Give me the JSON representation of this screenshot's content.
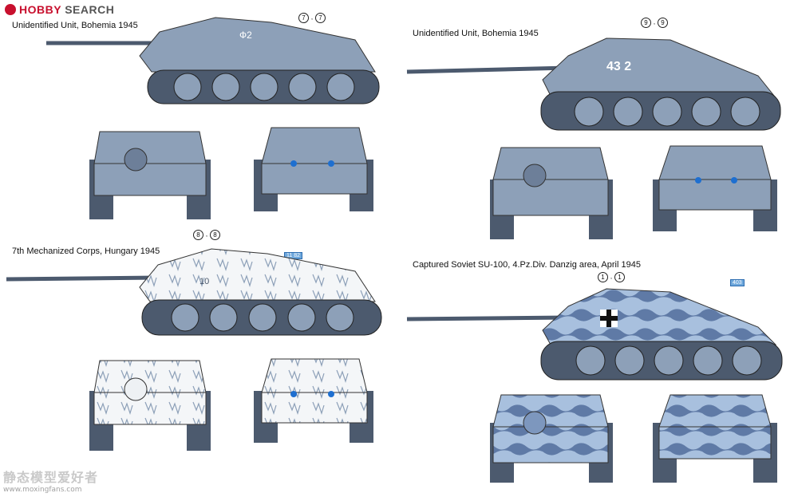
{
  "header": {
    "brand_red": "HOBBY",
    "brand_grey": "SEARCH"
  },
  "profiles": [
    {
      "caption": "Unidentified Unit, Bohemia 1945",
      "callout": [
        "7",
        "7"
      ],
      "marking": "Ф2",
      "scheme": "grey"
    },
    {
      "caption": "Unidentified Unit, Bohemia 1945",
      "callout": [
        "9",
        "9"
      ],
      "marking": "43 2",
      "scheme": "grey"
    },
    {
      "caption": "7th Mechanized Corps, Hungary 1945",
      "callout": [
        "8",
        "8"
      ],
      "marking": "10",
      "tag": "11 82",
      "scheme": "winter"
    },
    {
      "caption": "Captured Soviet SU-100, 4.Pz.Div. Danzig area, April 1945",
      "callout": [
        "1",
        "1"
      ],
      "tag": "403",
      "scheme": "camo"
    }
  ],
  "colors": {
    "grey": "#8da0b8",
    "dark": "#4c5a6e",
    "camo_light": "#a8c0de",
    "camo_dark": "#5f7aa6",
    "winter": "#f4f6f8",
    "accent": "#1e6fd0"
  },
  "watermark": {
    "chinese": "静态模型爱好者",
    "url": "www.moxingfans.com"
  }
}
